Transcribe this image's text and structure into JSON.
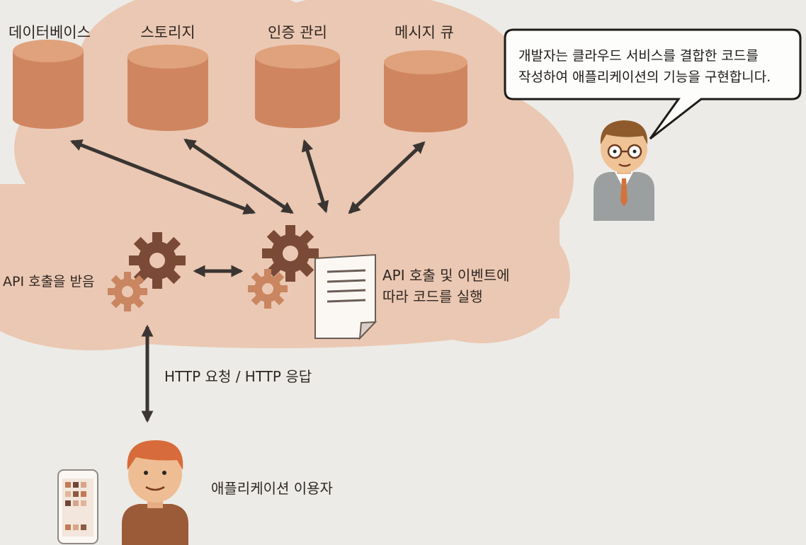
{
  "storages": [
    {
      "label": "데이터베이스"
    },
    {
      "label": "스토리지"
    },
    {
      "label": "인증 관리"
    },
    {
      "label": "메시지 큐"
    }
  ],
  "speech_bubble": {
    "line1": "개발자는 클라우드 서비스를 결합한 코드를",
    "line2": "작성하여 애플리케이션의 기능을 구현합니다."
  },
  "api_receive_label": "API 호출을 받음",
  "code_exec_label": {
    "line1": "API 호출 및 이벤트에",
    "line2": "따라 코드를 실행"
  },
  "http_label": "HTTP 요청 / HTTP 응답",
  "user_label": "애플리케이션 이용자",
  "colors": {
    "cloud": "#ebc8b3",
    "storage_top": "#dfa27c",
    "storage_side": "#cf8660",
    "gear_dark": "#7a4a37",
    "gear_light": "#c98660",
    "arrow": "#3a3532",
    "background": "#ecebe7"
  }
}
